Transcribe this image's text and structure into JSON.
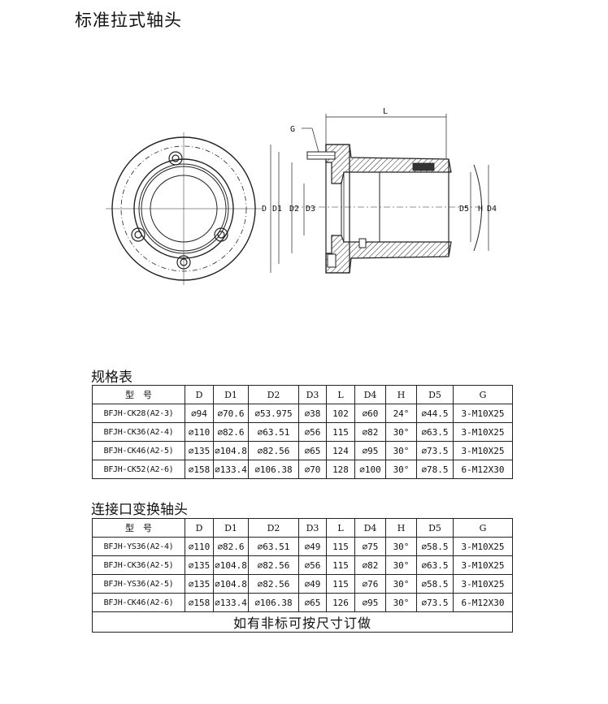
{
  "title": "标准拉式轴头",
  "drawing_labels": {
    "L": "L",
    "G": "G",
    "left": [
      "D",
      "D1",
      "D2",
      "D3"
    ],
    "right": [
      "D5",
      "H",
      "D4"
    ]
  },
  "spec_table": {
    "title": "规格表",
    "headers": [
      "型　号",
      "D",
      "D1",
      "D2",
      "D3",
      "L",
      "D4",
      "H",
      "D5",
      "G"
    ],
    "rows": [
      [
        "BFJH-CK28(A2-3)",
        "⌀94",
        "⌀70.6",
        "⌀53.975",
        "⌀38",
        "102",
        "⌀60",
        "24°",
        "⌀44.5",
        "3-M10X25"
      ],
      [
        "BFJH-CK36(A2-4)",
        "⌀110",
        "⌀82.6",
        "⌀63.51",
        "⌀56",
        "115",
        "⌀82",
        "30°",
        "⌀63.5",
        "3-M10X25"
      ],
      [
        "BFJH-CK46(A2-5)",
        "⌀135",
        "⌀104.8",
        "⌀82.56",
        "⌀65",
        "124",
        "⌀95",
        "30°",
        "⌀73.5",
        "3-M10X25"
      ],
      [
        "BFJH-CK52(A2-6)",
        "⌀158",
        "⌀133.4",
        "⌀106.38",
        "⌀70",
        "128",
        "⌀100",
        "30°",
        "⌀78.5",
        "6-M12X30"
      ]
    ]
  },
  "adapter_table": {
    "title": "连接口变换轴头",
    "headers": [
      "型　号",
      "D",
      "D1",
      "D2",
      "D3",
      "L",
      "D4",
      "H",
      "D5",
      "G"
    ],
    "rows": [
      [
        "BFJH-YS36(A2-4)",
        "⌀110",
        "⌀82.6",
        "⌀63.51",
        "⌀49",
        "115",
        "⌀75",
        "30°",
        "⌀58.5",
        "3-M10X25"
      ],
      [
        "BFJH-CK36(A2-5)",
        "⌀135",
        "⌀104.8",
        "⌀82.56",
        "⌀56",
        "115",
        "⌀82",
        "30°",
        "⌀63.5",
        "3-M10X25"
      ],
      [
        "BFJH-YS36(A2-5)",
        "⌀135",
        "⌀104.8",
        "⌀82.56",
        "⌀49",
        "115",
        "⌀76",
        "30°",
        "⌀58.5",
        "3-M10X25"
      ],
      [
        "BFJH-CK46(A2-6)",
        "⌀158",
        "⌀133.4",
        "⌀106.38",
        "⌀65",
        "126",
        "⌀95",
        "30°",
        "⌀73.5",
        "6-M12X30"
      ]
    ],
    "note": "如有非标可按尺寸订做"
  }
}
